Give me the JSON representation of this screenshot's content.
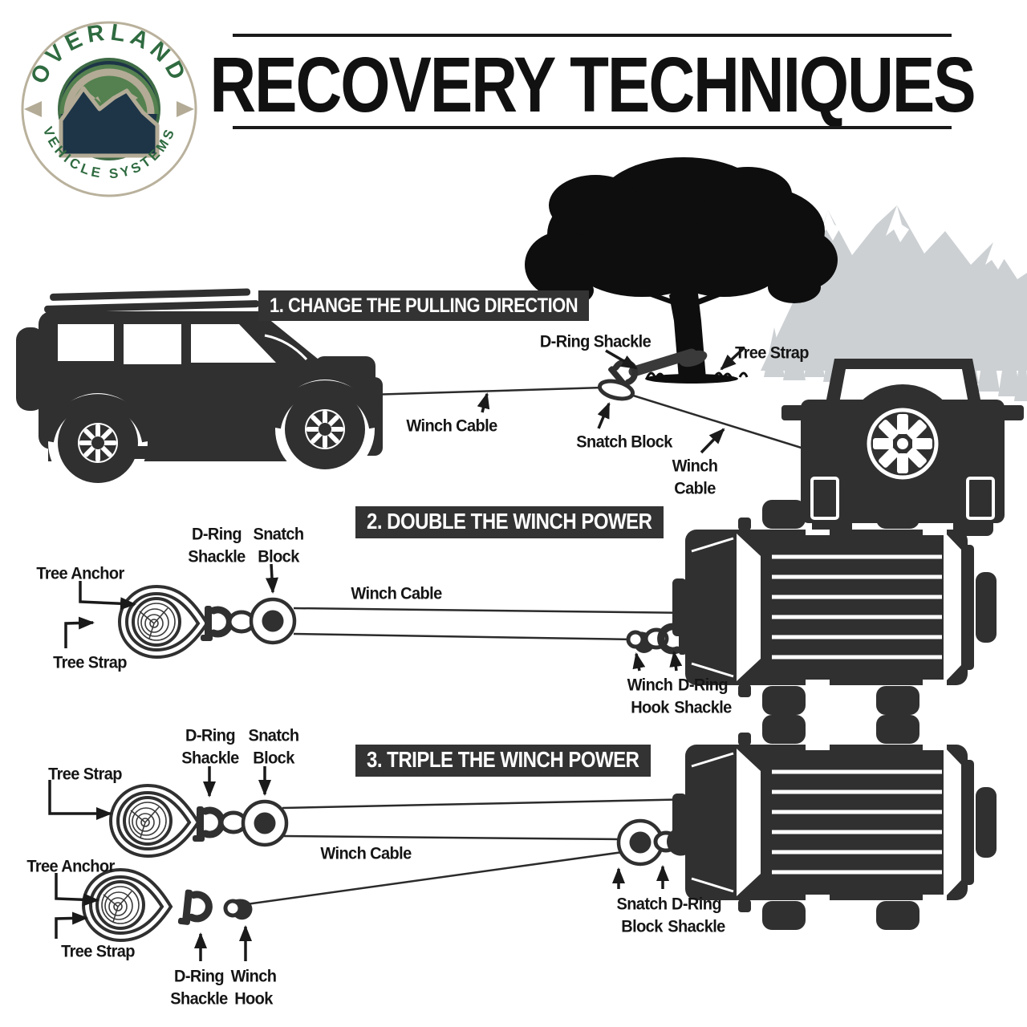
{
  "logo": {
    "top": "OVERLAND",
    "bottom": "VEHICLE SYSTEMS"
  },
  "title": "RECOVERY TECHNIQUES",
  "s1": {
    "header": "1. CHANGE THE PULLING DIRECTION",
    "dring": "D-Ring Shackle",
    "tree_strap": "Tree Strap",
    "winch_cable": "Winch Cable",
    "snatch": "Snatch Block",
    "winch": "Winch",
    "cable": "Cable"
  },
  "s2": {
    "header": "2. DOUBLE THE WINCH POWER",
    "tree_anchor": "Tree Anchor",
    "tree_strap": "Tree Strap",
    "dring": "D-Ring",
    "shackle": "Shackle",
    "snatch": "Snatch",
    "block": "Block",
    "winch_cable": "Winch Cable",
    "winch": "Winch",
    "hook": "Hook",
    "dring2": "D-Ring",
    "shackle2": "Shackle"
  },
  "s3": {
    "header": "3. TRIPLE THE WINCH POWER",
    "tree_strap_top": "Tree Strap",
    "dring_top": "D-Ring",
    "shackle_top": "Shackle",
    "snatch_top": "Snatch",
    "block_top": "Block",
    "winch_cable": "Winch Cable",
    "tree_anchor": "Tree Anchor",
    "tree_strap_bot": "Tree Strap",
    "dring_bot": "D-Ring",
    "shackle_bot": "Shackle",
    "winch_bot": "Winch",
    "hook_bot": "Hook",
    "snatch_r": "Snatch",
    "block_r": "Block",
    "dring_r": "D-Ring",
    "shackle_r": "Shackle"
  },
  "colors": {
    "ink": "#303030",
    "tree_black": "#0e0e0e",
    "mountain_gray": "#ccd0d3",
    "header_bg": "#333333",
    "logo_green_text": "#2f6b40",
    "logo_navy": "#1d3547",
    "logo_tan": "#b3ab96",
    "logo_green_sky": "#54814f"
  }
}
